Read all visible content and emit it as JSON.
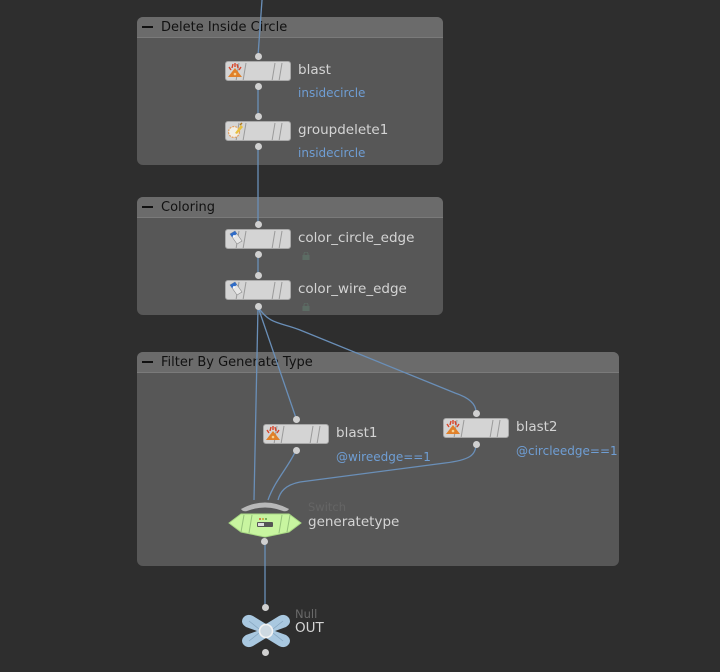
{
  "network_boxes": [
    {
      "id": "delete-inside-circle",
      "title": "Delete Inside Circle"
    },
    {
      "id": "coloring",
      "title": "Coloring"
    },
    {
      "id": "filter-by-generate-type",
      "title": "Filter By Generate Type"
    }
  ],
  "nodes": {
    "blast": {
      "name": "blast",
      "comment": "insidecircle",
      "icon": "blast-icon"
    },
    "groupdelete1": {
      "name": "groupdelete1",
      "comment": "insidecircle",
      "icon": "groupdelete-icon"
    },
    "color_circle_edge": {
      "name": "color_circle_edge",
      "icon": "color-icon",
      "locked": true
    },
    "color_wire_edge": {
      "name": "color_wire_edge",
      "icon": "color-icon",
      "locked": true
    },
    "blast1": {
      "name": "blast1",
      "comment": "@wireedge==1",
      "icon": "blast-icon"
    },
    "blast2": {
      "name": "blast2",
      "comment": "@circleedge==1",
      "icon": "blast-icon"
    },
    "generatetype": {
      "name": "generatetype",
      "type": "Switch",
      "icon": "switch-icon",
      "color": "#c8f5a0"
    },
    "OUT": {
      "name": "OUT",
      "type": "Null",
      "icon": "null-icon",
      "color": "#a9c8e0"
    }
  },
  "colors": {
    "background": "#2e2e2e",
    "netbox": "#575757",
    "netbox_header": "#6b6b6b",
    "wire": "#6a8fb8",
    "comment": "#6f9ed4"
  }
}
